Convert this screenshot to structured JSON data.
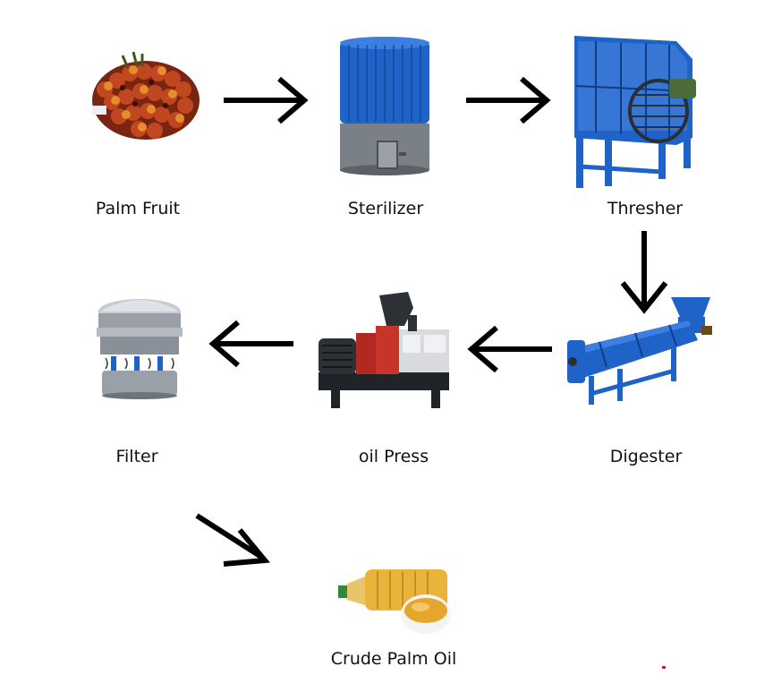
{
  "steps": {
    "palm_fruit": "Palm Fruit",
    "sterilizer": "Sterilizer",
    "thresher": "Thresher",
    "digester": "Digester",
    "oil_press": "oil Press",
    "filter": "Filter",
    "crude_palm_oil": "Crude Palm Oil"
  },
  "colors": {
    "machine_blue": "#1f63c9",
    "steel": "#8d949c",
    "fruit_red": "#a8321c",
    "fruit_orange": "#e08a2a",
    "oil_yellow": "#e8b43a",
    "arrow": "#000000"
  }
}
